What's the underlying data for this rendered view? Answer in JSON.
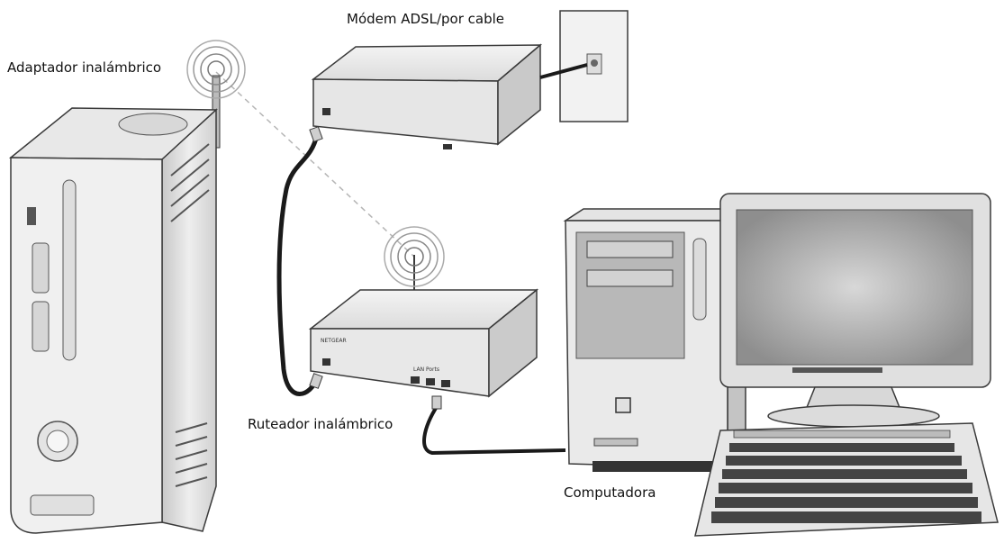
{
  "labels": {
    "modem": "Módem ADSL/por cable",
    "adapter": "Adaptador inalámbrico",
    "router": "Ruteador inalámbrico",
    "computer": "Computadora",
    "router_ports": "LAN Ports",
    "router_brand": "NETGEAR"
  },
  "colors": {
    "outline": "#3a3a3a",
    "body_light": "#ececec",
    "body_mid": "#cfcfcf",
    "body_dark": "#9a9a9a",
    "cable": "#1a1a1a",
    "screen": "#9c9c9c",
    "wireless_link": "#b5b5b5"
  }
}
